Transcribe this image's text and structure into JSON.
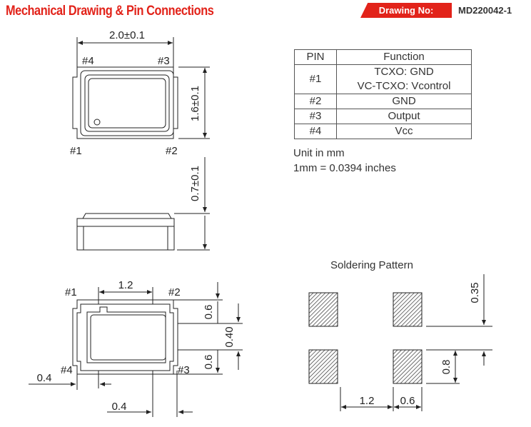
{
  "header": {
    "title": "Mechanical Drawing & Pin Connections",
    "drawing_label": "Drawing No:",
    "drawing_number": "MD220042-1"
  },
  "top_view": {
    "width_dim": "2.0±0.1",
    "height_dim": "1.6±0.1",
    "pin4": "#4",
    "pin3": "#3",
    "pin1": "#1",
    "pin2": "#2"
  },
  "side_view": {
    "thickness_dim": "0.7±0.1"
  },
  "bottom_view": {
    "pin1": "#1",
    "pin2": "#2",
    "pin3": "#3",
    "pin4": "#4",
    "pad_spacing": "1.2",
    "pad_height_top": "0.6",
    "center_gap": "0.40",
    "pad_height_bottom": "0.6",
    "edge_width_left": "0.4",
    "edge_width_bottom": "0.4"
  },
  "pin_table": {
    "headers": [
      "PIN",
      "Function"
    ],
    "rows": [
      {
        "pin": "#1",
        "function": [
          "TCXO: GND",
          "VC-TCXO: Vcontrol"
        ]
      },
      {
        "pin": "#2",
        "function": [
          "GND"
        ]
      },
      {
        "pin": "#3",
        "function": [
          "Output"
        ]
      },
      {
        "pin": "#4",
        "function": [
          "Vcc"
        ]
      }
    ]
  },
  "units": {
    "line1": "Unit in mm",
    "line2": "1mm = 0.0394 inches"
  },
  "soldering": {
    "title": "Soldering Pattern",
    "gap_vertical": "0.35",
    "pad_height": "0.8",
    "pad_spacing": "1.2",
    "pad_width": "0.6"
  }
}
